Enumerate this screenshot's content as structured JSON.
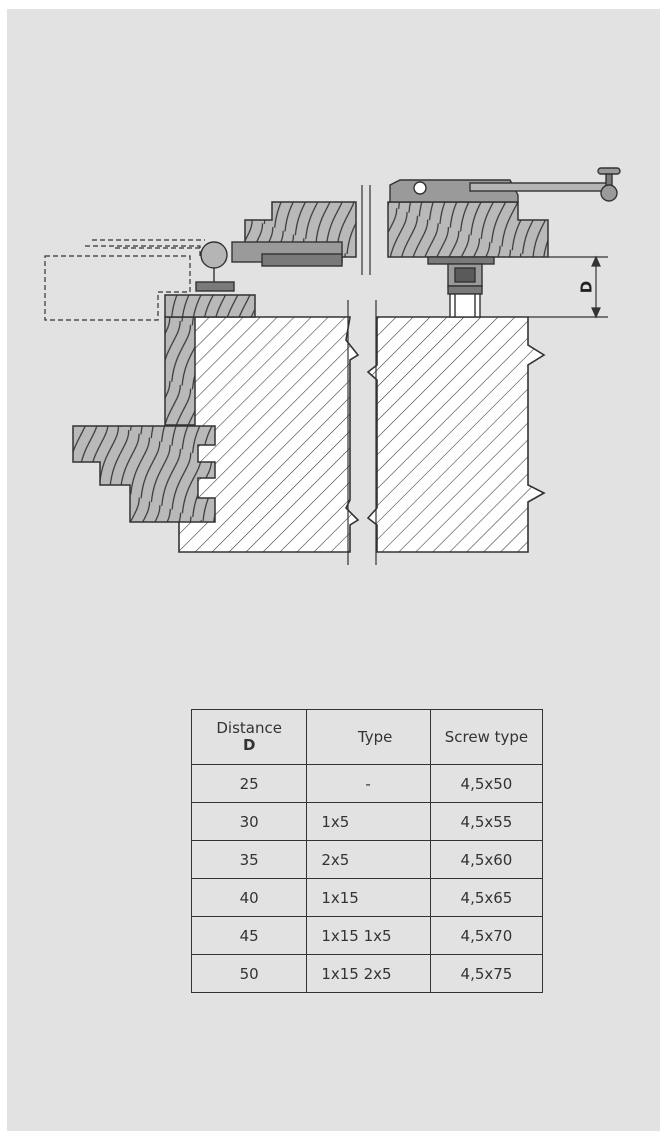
{
  "drawing": {
    "dimension_label": "D"
  },
  "table": {
    "headers": {
      "distance": "Distance",
      "distance_symbol": "D",
      "type": "Type",
      "screw_type": "Screw type"
    },
    "rows": [
      {
        "distance": "25",
        "type": "-",
        "screw": "4,5x50"
      },
      {
        "distance": "30",
        "type": "1x5",
        "screw": "4,5x55"
      },
      {
        "distance": "35",
        "type": "2x5",
        "screw": "4,5x60"
      },
      {
        "distance": "40",
        "type": "1x15",
        "screw": "4,5x65"
      },
      {
        "distance": "45",
        "type": "1x15 1x5",
        "screw": "4,5x70"
      },
      {
        "distance": "50",
        "type": "1x15 2x5",
        "screw": "4,5x75"
      }
    ]
  }
}
